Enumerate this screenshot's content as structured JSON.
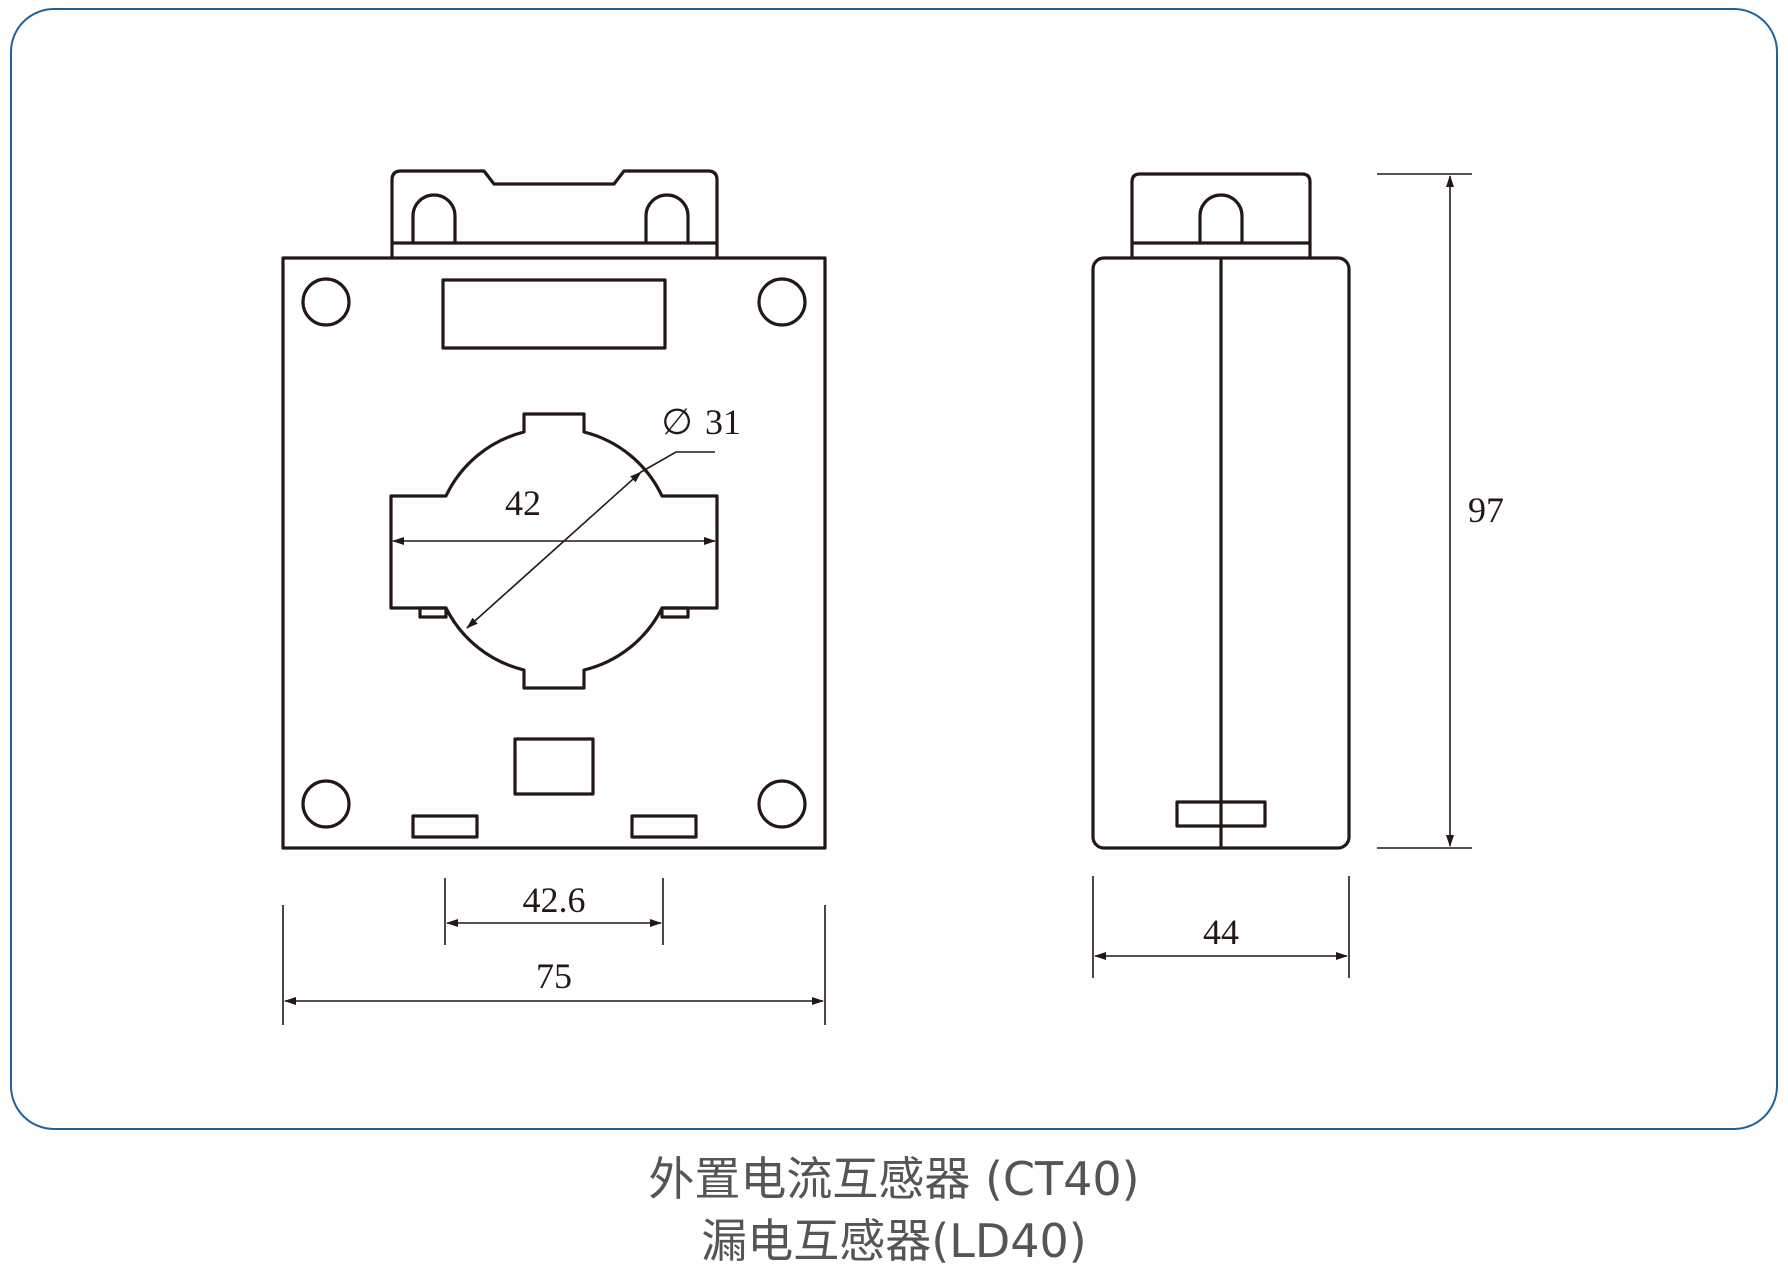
{
  "dimensions": {
    "bore_diameter_symbol": "∅",
    "bore_diameter": "31",
    "window_width": "42",
    "slot_spacing": "42.6",
    "overall_width": "75",
    "depth": "44",
    "height": "97"
  },
  "caption": {
    "line1": "外置电流互感器 (CT40)",
    "line2": "漏电互感器(LD40)"
  },
  "colors": {
    "frame": "#1f5f9a",
    "line": "#231815",
    "caption": "#555555"
  }
}
